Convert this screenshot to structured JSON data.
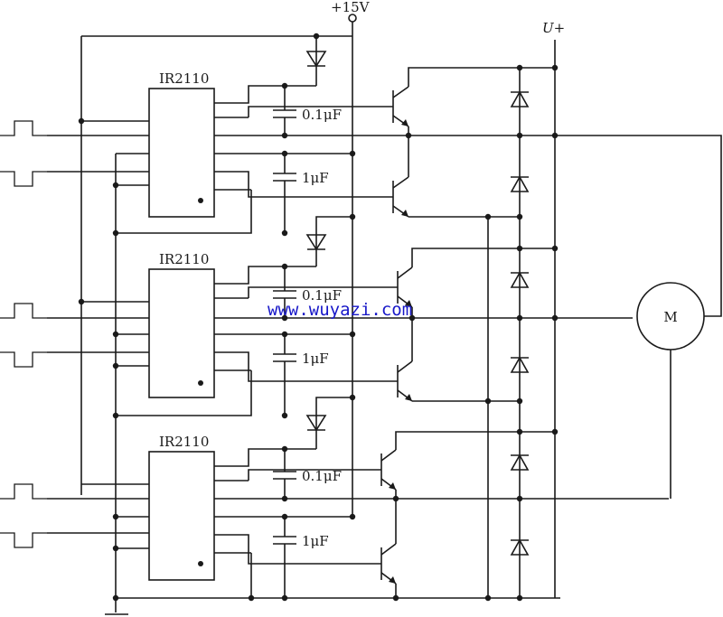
{
  "labels": {
    "supply": "+15V",
    "bus": "U+",
    "motor": "M",
    "watermark": "www.wuyazi.com"
  },
  "drivers": [
    {
      "name": "IR2110",
      "bootstrap_cap": "0.1μF",
      "supply_cap": "1μF"
    },
    {
      "name": "IR2110",
      "bootstrap_cap": "0.1μF",
      "supply_cap": "1μF"
    },
    {
      "name": "IR2110",
      "bootstrap_cap": "0.1μF",
      "supply_cap": "1μF"
    }
  ]
}
